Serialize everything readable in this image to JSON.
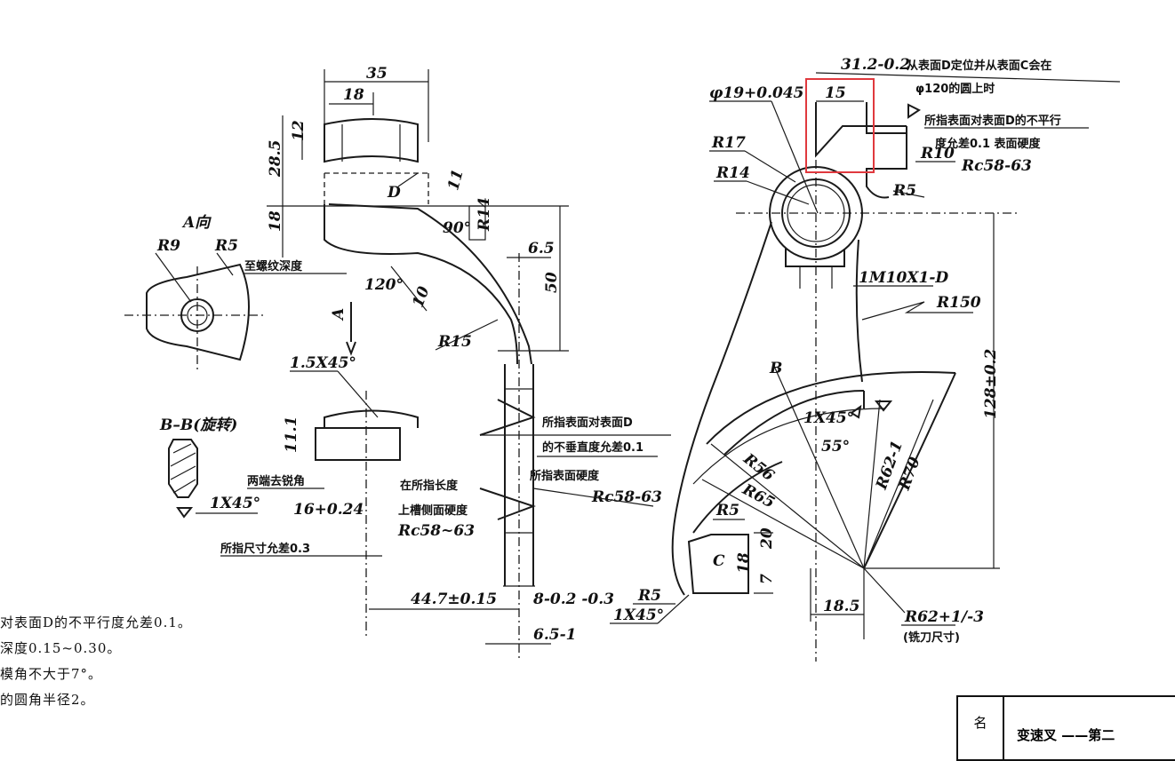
{
  "left_view": {
    "dims": [
      "35",
      "18",
      "28.5",
      "12",
      "18",
      "11",
      "90°",
      "R14",
      "6.5",
      "50",
      "120°",
      "10",
      "R15"
    ],
    "label_D": "D",
    "view_A_title": "A向",
    "view_A_r9": "R9",
    "view_A_r5": "R5",
    "thread_depth": "至螺纹深度",
    "A_arrow": "A",
    "chamfer": "1.5X45°",
    "section_title": "B–B(旋转)",
    "section_chamfer": "1X45°",
    "both_ends_deburr": "两端去锐角",
    "width_tol": "16+0.24",
    "dim_111": "11.1",
    "within_length": "在所指长度",
    "upper_groove_hardness": "上槽侧面硬度",
    "hardness_value": "Rc58~63",
    "size_tolerance": "所指尺寸允差0.3",
    "len_447": "44.7±0.15",
    "dim_8": "8-0.2\n-0.3",
    "dim_65": "6.5-1",
    "perp_note_1": "所指表面对表面D",
    "perp_note_2": "的不垂直度允差0.1",
    "surface_hardness": "所指表面硬度",
    "surface_hardness_value": "Rc58-63"
  },
  "right_view": {
    "dim_312": "31.2-0.2",
    "dim_312_note": "从表面D定位并从表面C会在",
    "circle_note": "φ120的圆上时",
    "parallel_note_1": "所指表面对表面D的不平行",
    "parallel_note_2": "度允差0.1 表面硬度",
    "parallel_hardness": "Rc58-63",
    "bore": "φ19+0.045",
    "dim_15": "15",
    "r17": "R17",
    "r14": "R14",
    "r10": "R10",
    "r5_top": "R5",
    "thread": "1M10X1-D",
    "r150": "R150",
    "label_B": "B",
    "chamfer_1x45": "1X45°",
    "angle_55": "55°",
    "r56": "R56",
    "r65": "R65",
    "r62": "R62-1",
    "r70": "R70",
    "r5_mid": "R5",
    "label_C": "C",
    "dim_20": "20",
    "dim_18": "18",
    "dim_7": "7",
    "height_128": "128±0.2",
    "r5_low": "R5",
    "chamfer_low": "1X45°",
    "dim_185": "18.5",
    "r62_mill": "R62+1/-3",
    "milling_size": "(铣刀尺寸)"
  },
  "notes": [
    "对表面D的不平行度允差0.1。",
    "深度0.15~0.30。",
    "模角不大于7°。",
    "的圆角半径2。"
  ],
  "title_block": {
    "name_label": "名",
    "part_name": "变速叉 ——第二"
  },
  "highlight_color": "#e0393e"
}
